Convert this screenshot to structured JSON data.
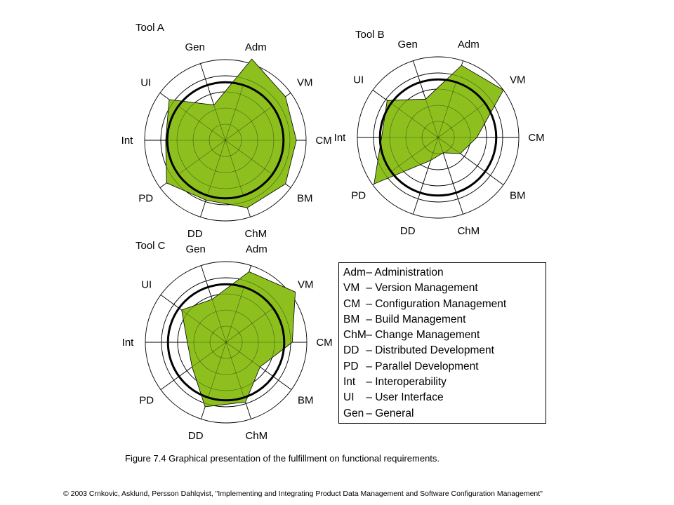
{
  "colors": {
    "fill": "#8dc01e",
    "stroke": "#000000",
    "target_circle": "#000000"
  },
  "chart_data": [
    {
      "type": "radar",
      "title": "Tool A",
      "axes": [
        "Adm",
        "VM",
        "CM",
        "BM",
        "ChM",
        "DD",
        "PD",
        "Int",
        "UI",
        "Gen"
      ],
      "scale": [
        0,
        5
      ],
      "target_level": 3.6,
      "series": [
        {
          "values": [
            5.3,
            4.6,
            4.4,
            4.6,
            4.4,
            3.9,
            4.5,
            3.7,
            4.3,
            2.3
          ]
        }
      ]
    },
    {
      "type": "radar",
      "title": "Tool B",
      "axes": [
        "Adm",
        "VM",
        "CM",
        "BM",
        "ChM",
        "DD",
        "PD",
        "Int",
        "UI",
        "Gen"
      ],
      "scale": [
        0,
        5
      ],
      "target_level": 3.6,
      "series": [
        {
          "values": [
            4.7,
            5.0,
            2.4,
            1.7,
            1.0,
            1.5,
            4.9,
            3.5,
            3.9,
            2.5
          ]
        }
      ]
    },
    {
      "type": "radar",
      "title": "Tool C",
      "axes": [
        "Adm",
        "VM",
        "CM",
        "BM",
        "ChM",
        "DD",
        "PD",
        "Int",
        "UI",
        "Gen"
      ],
      "scale": [
        0,
        5
      ],
      "target_level": 3.6,
      "series": [
        {
          "values": [
            4.6,
            5.3,
            4.1,
            2.6,
            3.9,
            4.2,
            2.6,
            2.4,
            3.4,
            2.8
          ]
        }
      ]
    }
  ],
  "legend": [
    {
      "abbr": "Adm",
      "desc": "– Administration"
    },
    {
      "abbr": "VM",
      "desc": "– Version Management"
    },
    {
      "abbr": "CM",
      "desc": "– Configuration Management"
    },
    {
      "abbr": "BM",
      "desc": "– Build Management"
    },
    {
      "abbr": "ChM",
      "desc": "– Change Management"
    },
    {
      "abbr": "DD",
      "desc": "– Distributed Development"
    },
    {
      "abbr": "PD",
      "desc": "– Parallel Development"
    },
    {
      "abbr": "Int",
      "desc": "– Interoperability"
    },
    {
      "abbr": "UI",
      "desc": "– User Interface"
    },
    {
      "abbr": "Gen",
      "desc": "– General"
    }
  ],
  "caption": "Figure 7.4 Graphical presentation of the fulfillment on functional requirements.",
  "copyright": "© 2003 Crnkovic, Asklund, Persson Dahlqvist, \"Implementing and Integrating Product Data Management and Software Configuration Management\""
}
